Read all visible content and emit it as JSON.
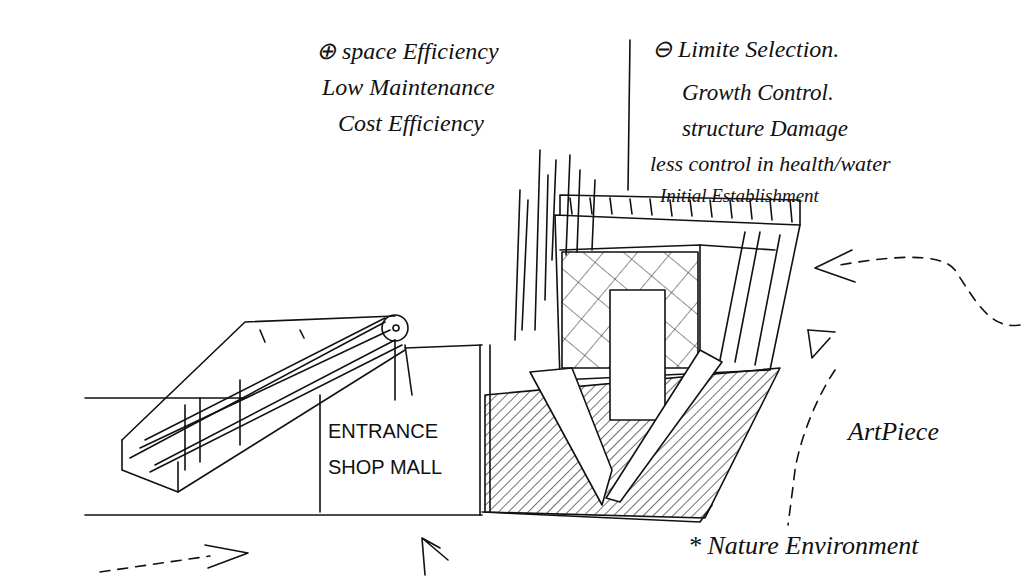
{
  "diagram": {
    "labels": [
      "⊕ space Efficiency",
      "Low Maintenance",
      "Cost Efficiency",
      "⊖ Limite Selection.",
      "Growth Control.",
      "structure Damage",
      "less control in health/water",
      "Initial Establishment",
      "ENTRANCE",
      "SHOP MALL",
      "ArtPiece",
      "* Nature Environment"
    ]
  }
}
